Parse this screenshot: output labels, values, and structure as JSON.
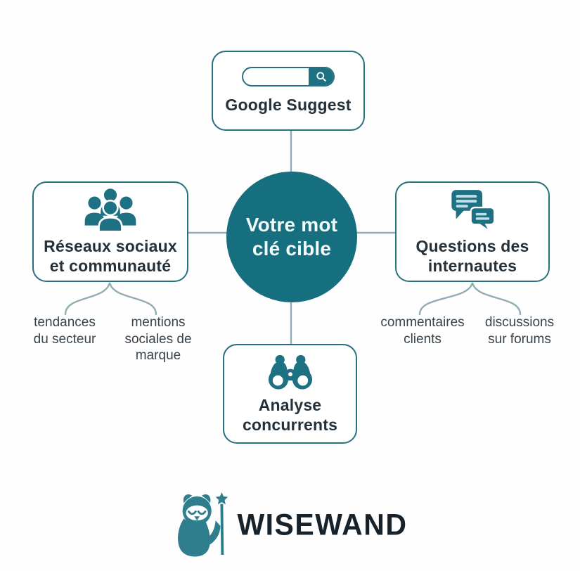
{
  "diagram_title": "keyword-research-mindmap",
  "center": {
    "line1": "Votre mot",
    "line2": "clé cible"
  },
  "nodes": {
    "top": {
      "label": "Google Suggest",
      "icon": "search-bar-icon"
    },
    "left": {
      "line1": "Réseaux sociaux",
      "line2": "et communauté",
      "icon": "people-group-icon"
    },
    "right": {
      "line1": "Questions des",
      "line2": "internautes",
      "icon": "chat-bubbles-icon"
    },
    "bottom": {
      "line1": "Analyse",
      "line2": "concurrents",
      "icon": "binoculars-icon"
    }
  },
  "sublabels": {
    "left_a": {
      "line1": "tendances",
      "line2": "du secteur"
    },
    "left_b": {
      "line1": "mentions",
      "line2": "sociales de",
      "line3": "marque"
    },
    "right_a": {
      "line1": "commentaires",
      "line2": "clients"
    },
    "right_b": {
      "line1": "discussions",
      "line2": "sur forums"
    }
  },
  "logo": {
    "brand": "WISEWAND",
    "icon": "owl-wand-icon"
  },
  "colors": {
    "circle_fill": "#166f7f",
    "box_border": "#27707f",
    "icon_teal": "#1d7183",
    "connector": "#93abb2",
    "text_dark": "#25313a",
    "sublabel_text": "#39434b",
    "logo_text": "#17222b",
    "owl_teal": "#2e7e8d"
  }
}
